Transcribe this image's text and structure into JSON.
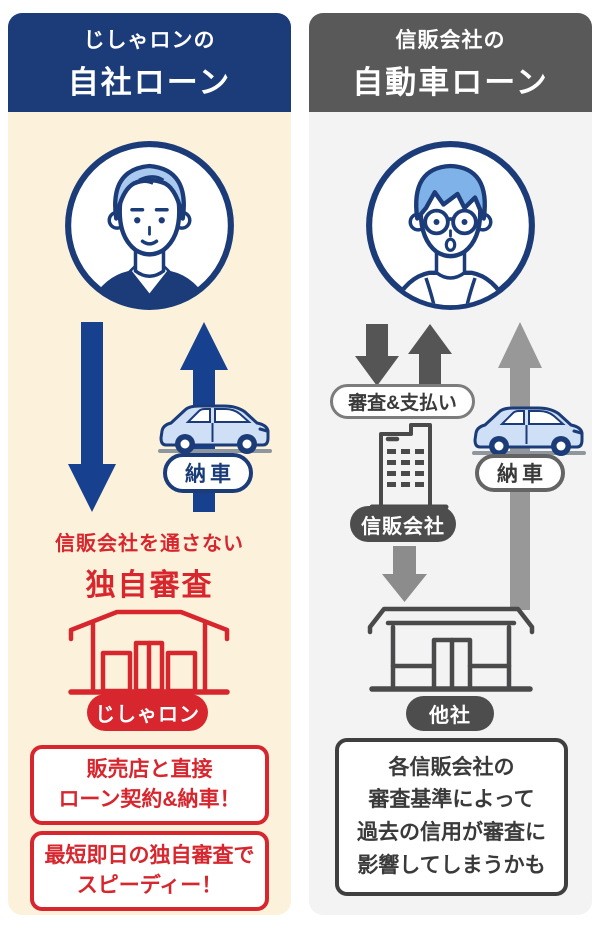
{
  "colors": {
    "navy_header": "#1b3c78",
    "navy_arrow": "#17418f",
    "cream_bg": "#fcf2db",
    "red_accent": "#d7262d",
    "gray_header": "#595959",
    "gray_bg": "#f3f3f4",
    "gray_badge": "#4d4d4d",
    "gray_arrow_dark": "#555556",
    "gray_arrow_mid": "#8c8c8c",
    "gray_arrow_light": "#989898"
  },
  "left_column": {
    "header": {
      "line1": "じしゃロンの",
      "line2": "自社ローン"
    },
    "delivery_badge": "納車",
    "emphasis": {
      "line1": "信販会社を通さない",
      "line2": "独自審査"
    },
    "dealer_badge": "じしゃロン",
    "benefit_boxes": [
      {
        "line1": "販売店と直接",
        "line2": "ローン契約&納車！"
      },
      {
        "line1": "最短即日の独自審査で",
        "line2": "スピーディー！"
      }
    ]
  },
  "right_column": {
    "header": {
      "line1": "信販会社の",
      "line2": "自動車ローン"
    },
    "screening_badge": "審査&支払い",
    "credit_company_badge": "信販会社",
    "other_company_badge": "他社",
    "delivery_badge": "納車",
    "note": {
      "line1": "各信販会社の",
      "line2": "審査基準によって",
      "line3": "過去の信用が審査に",
      "line4": "影響してしまうかも"
    }
  }
}
